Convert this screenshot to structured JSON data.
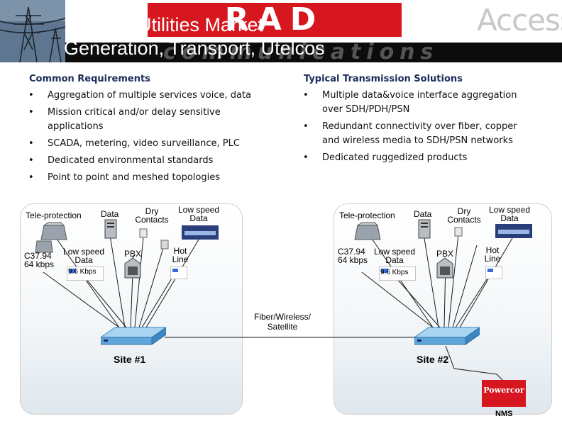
{
  "header": {
    "title_line1": "Utilities Market",
    "title_line2": "Generation, Transport, Utelcos",
    "logo_text": "RAD",
    "brand_word": "Access",
    "stripe_word": "communications",
    "brand_color": "#d7171f"
  },
  "left_column": {
    "heading": "Common Requirements",
    "items": [
      "Aggregation of multiple services voice, data",
      "Mission critical and/or delay sensitive applications",
      "SCADA, metering, video surveillance, PLC",
      "Dedicated environmental standards",
      "Point to point and meshed topologies"
    ]
  },
  "right_column": {
    "heading": "Typical Transmission Solutions",
    "items": [
      "Multiple data&voice interface aggregation over SDH/PDH/PSN",
      "Redundant connectivity over fiber, copper and wireless media to SDH/PSN networks",
      "Dedicated ruggedized products"
    ]
  },
  "diagram": {
    "site1": {
      "name": "Site #1",
      "teleprotection": "Tele-protection",
      "data": "Data",
      "dry_contacts": [
        "Dry",
        "Contacts"
      ],
      "low_speed_top": [
        "Low speed",
        "Data"
      ],
      "low_speed_left": [
        "Low speed",
        "Data"
      ],
      "c37": [
        "C37.94",
        "64 kbps"
      ],
      "pbx": "PBX",
      "hot_line": [
        "Hot",
        "Line"
      ],
      "kbps_badge": "9.6 Kbps"
    },
    "site2": {
      "name": "Site #2",
      "teleprotection": "Tele-protection",
      "data": "Data",
      "dry_contacts": [
        "Dry",
        "Contacts"
      ],
      "low_speed_top": [
        "Low speed",
        "Data"
      ],
      "low_speed_left": [
        "Low speed",
        "Data"
      ],
      "c37": [
        "C37.94",
        "64 kbps"
      ],
      "pbx": "PBX",
      "hot_line": [
        "Hot",
        "Line"
      ],
      "kbps_badge": "9.6 Kbps"
    },
    "link": [
      "Fiber/Wireless/",
      "Satellite"
    ],
    "nms": "NMS",
    "nms_logo": "Powercor"
  }
}
